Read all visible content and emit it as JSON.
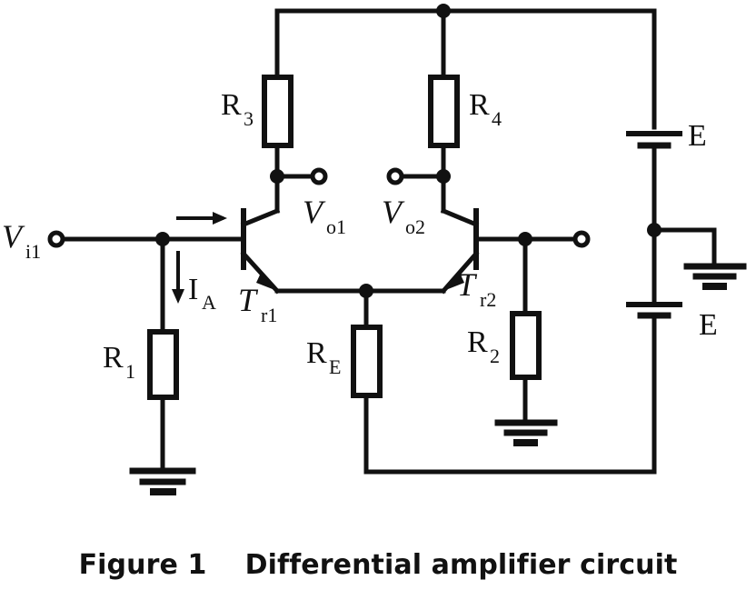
{
  "figure": {
    "caption_prefix": "Figure 1",
    "caption_gap": "    ",
    "caption_text": "Differential amplifier circuit",
    "caption_full": "Figure 1    Differential amplifier circuit",
    "background_color": "#ffffff",
    "line_color": "#111111"
  },
  "labels": {
    "input": {
      "symbol": "V",
      "subscript": "i1",
      "full": "V i1"
    },
    "output_left": {
      "symbol": "V",
      "subscript": "o1",
      "full": "V o1"
    },
    "output_right": {
      "symbol": "V",
      "subscript": "o2",
      "full": "V o2"
    },
    "current": {
      "symbol": "I",
      "subscript": "A",
      "full": "I A"
    },
    "transistor_left": {
      "symbol": "T",
      "subscript": "r1",
      "full": "T r1"
    },
    "transistor_right": {
      "symbol": "T",
      "subscript": "r2",
      "full": "T r2"
    }
  },
  "components": {
    "r1": {
      "name": "R",
      "subscript": "1",
      "full": "R1"
    },
    "r2": {
      "name": "R",
      "subscript": "2",
      "full": "R2"
    },
    "r3": {
      "name": "R",
      "subscript": "3",
      "full": "R3"
    },
    "r4": {
      "name": "R",
      "subscript": "4",
      "full": "R4"
    },
    "re": {
      "name": "R",
      "subscript": "E",
      "full": "RE"
    },
    "supply_top": {
      "name": "E"
    },
    "supply_bottom": {
      "name": "E"
    }
  }
}
